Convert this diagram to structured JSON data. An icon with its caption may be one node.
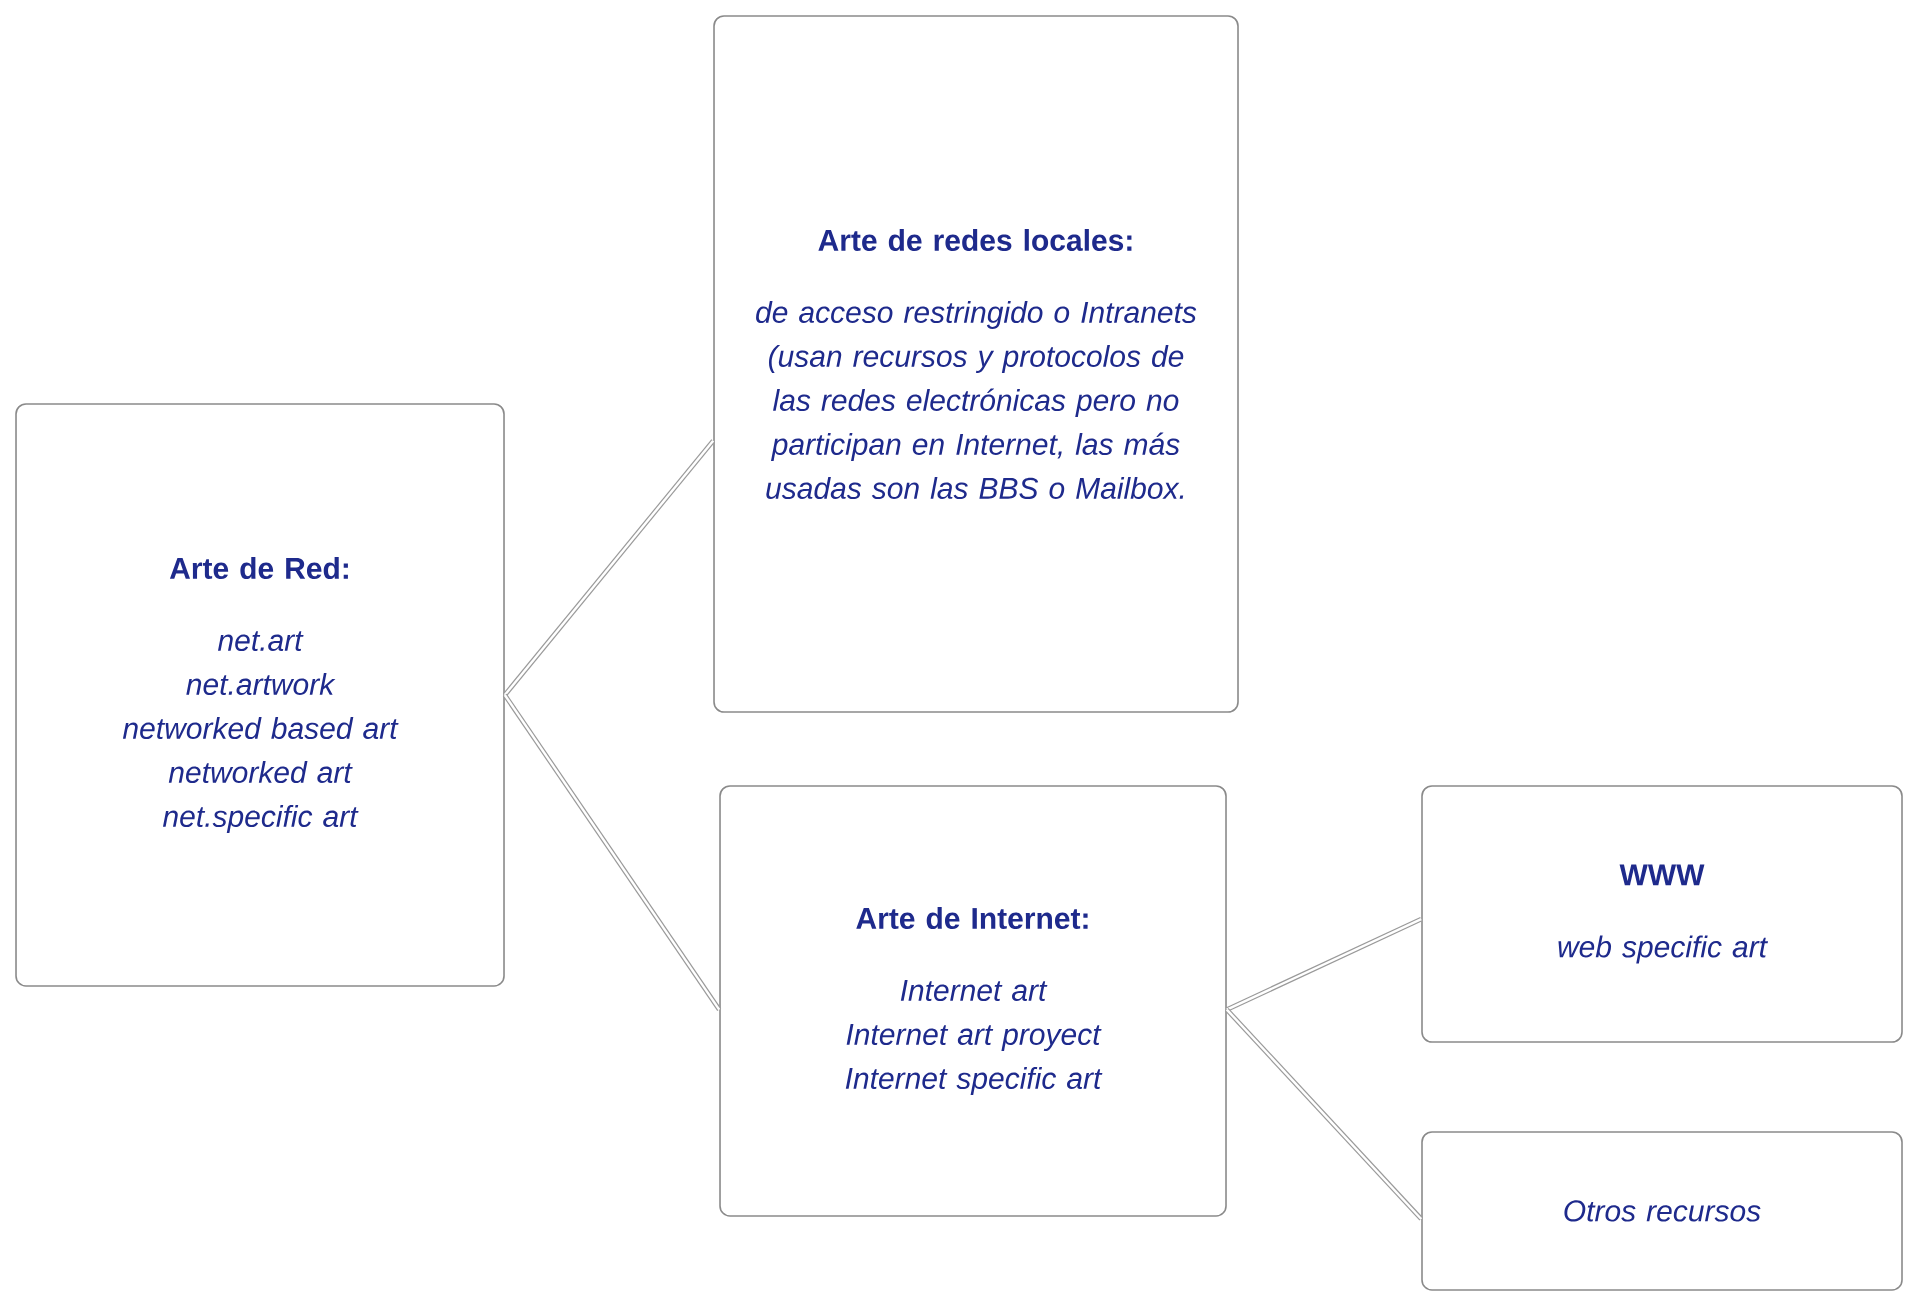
{
  "diagram": {
    "nodes": [
      {
        "text": [
          "Arte de Red:",
          "net.art",
          "net.artwork",
          "networked based art",
          "networked art",
          "net.specific art"
        ]
      },
      {
        "text": [
          "Arte de redes locales:",
          "de acceso restringido o Intranets (usan recursos y protocolos de las redes electrónicas pero no participan en Internet, las más usadas son las BBS o Mailbox."
        ]
      },
      {
        "text": [
          "Arte de Internet:",
          "Internet art",
          "Internet art proyect",
          "Internet specific art"
        ]
      },
      {
        "text": [
          "WWW",
          "web specific art"
        ]
      },
      {
        "text": [
          "Otros recursos"
        ]
      }
    ],
    "edges": [
      {
        "from": 0,
        "to": 1,
        "arrow": "none"
      },
      {
        "from": 0,
        "to": 2,
        "arrow": "none"
      },
      {
        "from": 2,
        "to": 3,
        "arrow": "none"
      },
      {
        "from": 2,
        "to": 4,
        "arrow": "none"
      }
    ]
  }
}
